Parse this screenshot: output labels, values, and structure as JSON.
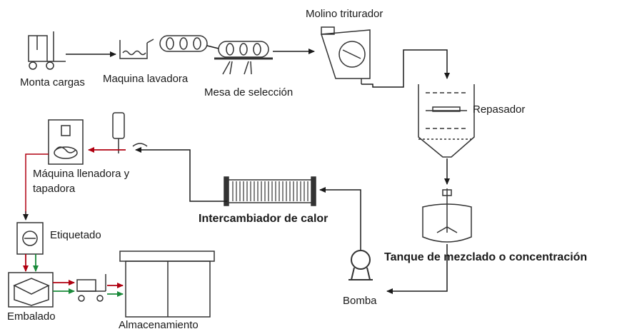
{
  "diagram": {
    "labels": {
      "monta_cargas": "Monta cargas",
      "maquina_lavadora": "Maquina lavadora",
      "mesa_seleccion": "Mesa de selección",
      "molino_triturador": "Molino triturador",
      "repasador": "Repasador",
      "llenadora_line1": "Máquina llenadora y",
      "llenadora_line2": "tapadora",
      "intercambiador": "Intercambiador de calor",
      "tanque": "Tanque de mezclado o concentración",
      "bomba": "Bomba",
      "etiquetado": "Etiquetado",
      "embalado": "Embalado",
      "almacenamiento": "Almacenamiento"
    },
    "colors": {
      "line": "#1a1a1a",
      "arrow_red": "#b00010",
      "arrow_green": "#1a8a3a",
      "equipment": "#333333"
    },
    "icons": [
      "forklift-icon",
      "washer-icon",
      "roller-conveyor-icon",
      "sorting-table-icon",
      "crusher-icon",
      "refiner-icon",
      "mixing-tank-icon",
      "pump-icon",
      "heat-exchanger-icon",
      "filler-capper-icon",
      "labeler-icon",
      "boxing-icon",
      "cart-icon",
      "warehouse-icon"
    ]
  }
}
